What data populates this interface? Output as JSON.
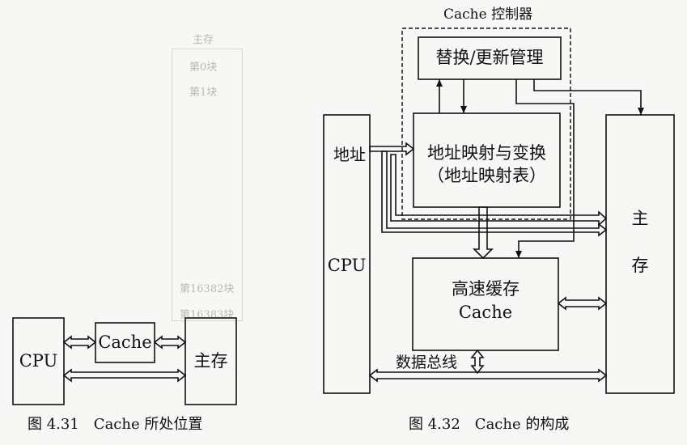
{
  "background_text": {
    "memory_title": "主存",
    "block0": "第0块",
    "block1": "第1块",
    "block_n2": "第16382块",
    "block_n1": "第16383块"
  },
  "fig31": {
    "cpu": "CPU",
    "cache": "Cache",
    "main_memory": "主存",
    "caption": "图 4.31　Cache 所处位置"
  },
  "fig32": {
    "controller_title": "Cache 控制器",
    "replace_update": "替换/更新管理",
    "addr_map_line1": "地址映射与变换",
    "addr_map_line2": "（地址映射表）",
    "cpu": "CPU",
    "address": "地址",
    "cache_line1": "高速缓存",
    "cache_line2": "Cache",
    "main_memory_char1": "主",
    "main_memory_char2": "存",
    "data_bus": "数据总线",
    "caption": "图 4.32　Cache 的构成"
  }
}
